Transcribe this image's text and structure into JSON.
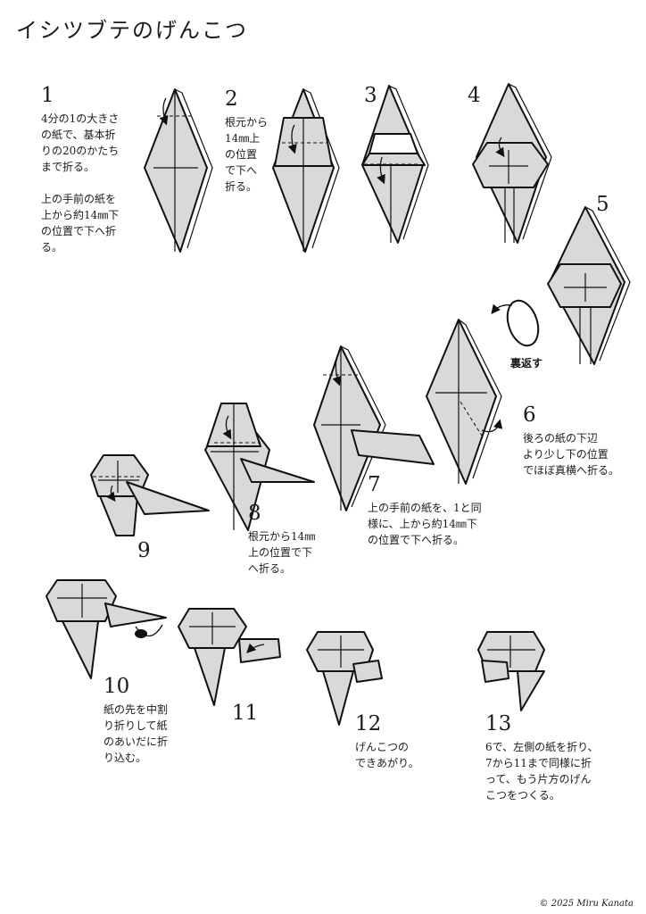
{
  "title": "イシツブテのげんこつ",
  "steps": [
    {
      "n": "1",
      "text": "4分の1の大きさ\nの紙で、基本折\nりの20のかたち\nまで折る。\n\n上の手前の紙を\n上から約14㎜下\nの位置で下へ折\nる。"
    },
    {
      "n": "2",
      "text": "根元から\n14㎜上\nの位置\nで下へ\n折る。"
    },
    {
      "n": "3",
      "text": ""
    },
    {
      "n": "4",
      "text": ""
    },
    {
      "n": "5",
      "text": ""
    },
    {
      "n": "6",
      "text": "後ろの紙の下辺\nより少し下の位置\nでほぼ真横へ折る。"
    },
    {
      "n": "7",
      "text": "上の手前の紙を、1と同\n様に、上から約14㎜下\nの位置で下へ折る。"
    },
    {
      "n": "8",
      "text": "根元から14㎜\n上の位置で下\nへ折る。"
    },
    {
      "n": "9",
      "text": ""
    },
    {
      "n": "10",
      "text": "紙の先を中割\nり折りして紙\nのあいだに折\nり込む。"
    },
    {
      "n": "11",
      "text": ""
    },
    {
      "n": "12",
      "text": "げんこつの\nできあがり。"
    },
    {
      "n": "13",
      "text": "6で、左側の紙を折り、\n7から11まで同様に折\nって、もう片方のげん\nこつをつくる。"
    }
  ],
  "flip_label": "裏返す",
  "copyright": "© 2025 Miru Kanata"
}
